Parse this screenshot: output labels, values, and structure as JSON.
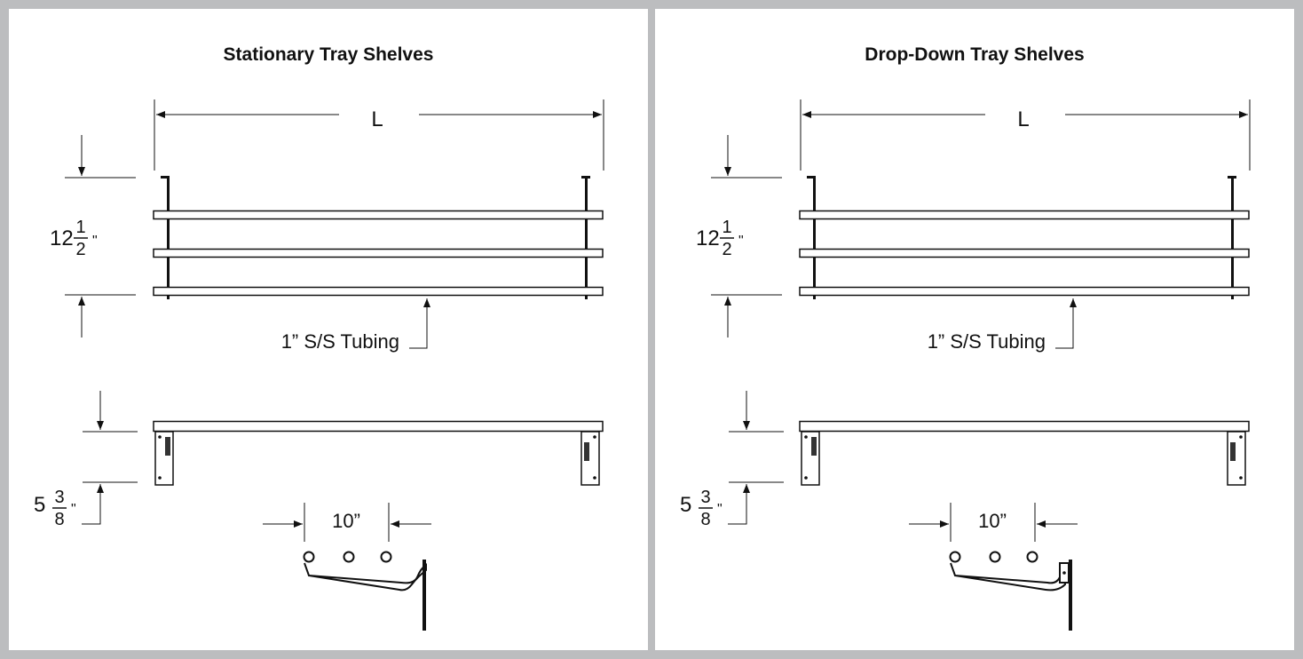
{
  "panels": [
    {
      "title": "Stationary Tray Shelves",
      "length_label": "L",
      "height_whole": "12",
      "height_num": "1",
      "height_den": "2",
      "inch_mark": "\"",
      "tubing_label": "1” S/S Tubing",
      "bracket_whole": "5",
      "bracket_num": "3",
      "bracket_den": "8",
      "spacing_label": "10”"
    },
    {
      "title": "Drop-Down Tray Shelves",
      "length_label": "L",
      "height_whole": "12",
      "height_num": "1",
      "height_den": "2",
      "inch_mark": "\"",
      "tubing_label": "1” S/S Tubing",
      "bracket_whole": "5",
      "bracket_num": "3",
      "bracket_den": "8",
      "spacing_label": "10”"
    }
  ],
  "colors": {
    "frame": "#bcbdbf",
    "panel": "#ffffff",
    "ink": "#111111"
  }
}
